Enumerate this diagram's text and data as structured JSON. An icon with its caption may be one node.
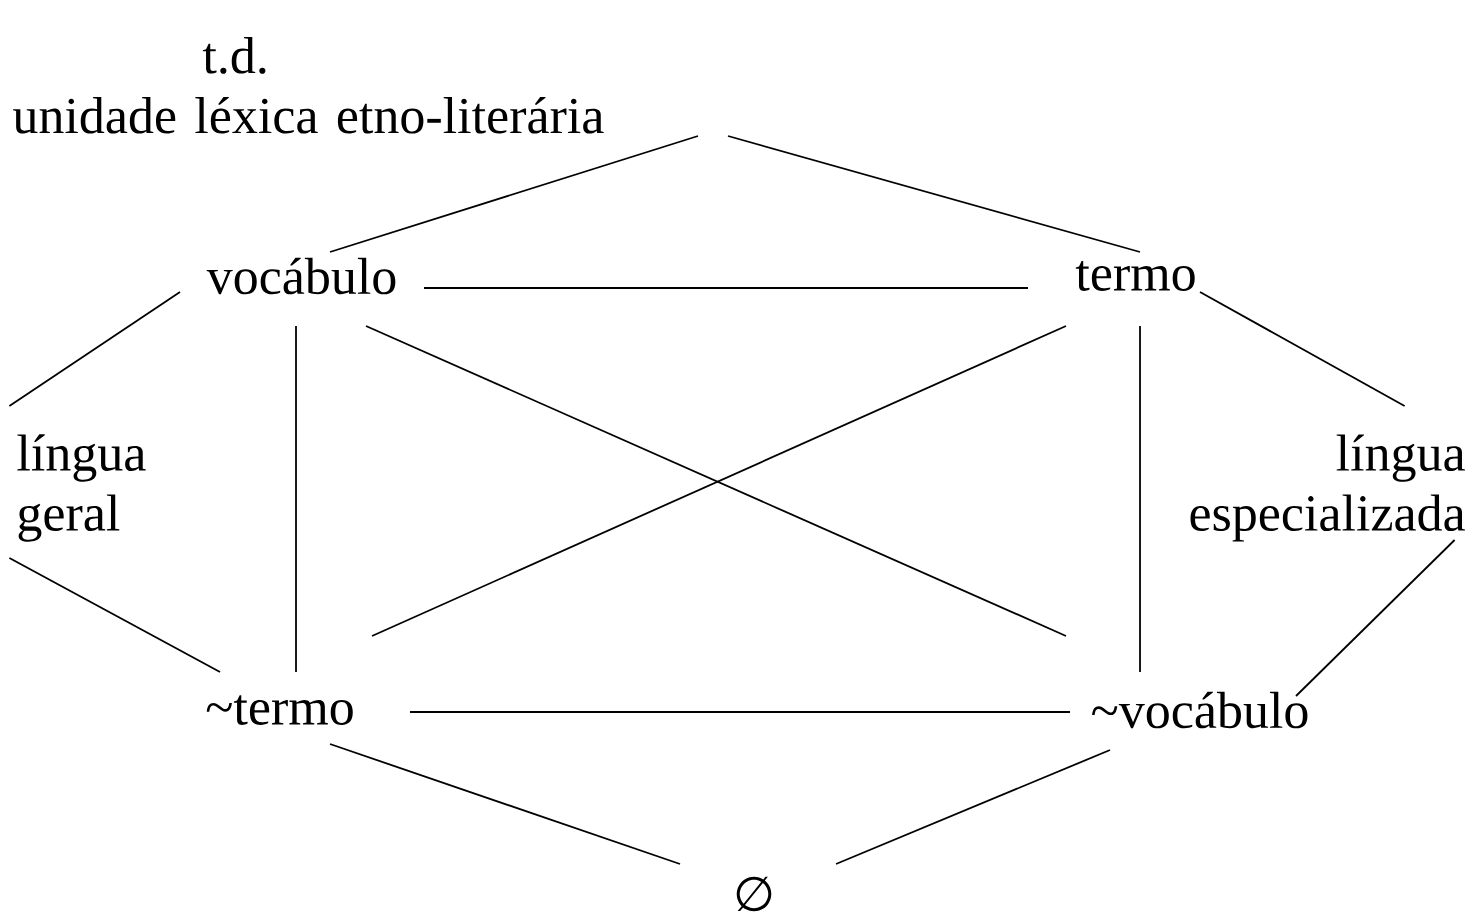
{
  "diagram": {
    "nodes": [
      {
        "text": [
          "t.d.",
          "unidade léxica etno-literária"
        ]
      },
      {
        "text": [
          "vocábulo"
        ]
      },
      {
        "text": [
          "termo"
        ]
      },
      {
        "text": [
          "língua geral"
        ]
      },
      {
        "text": [
          "língua especializada"
        ]
      },
      {
        "text": [
          "~termo"
        ]
      },
      {
        "text": [
          "~vocábulo"
        ]
      },
      {
        "text": [
          "∅"
        ]
      }
    ],
    "edges": [
      {
        "from": 0,
        "to": 1,
        "arrow": "none"
      },
      {
        "from": 0,
        "to": 2,
        "arrow": "none"
      },
      {
        "from": 1,
        "to": 2,
        "arrow": "none"
      },
      {
        "from": 1,
        "to": 3,
        "arrow": "none"
      },
      {
        "from": 2,
        "to": 4,
        "arrow": "none"
      },
      {
        "from": 1,
        "to": 5,
        "arrow": "none"
      },
      {
        "from": 1,
        "to": 6,
        "arrow": "none"
      },
      {
        "from": 2,
        "to": 5,
        "arrow": "none"
      },
      {
        "from": 2,
        "to": 6,
        "arrow": "none"
      },
      {
        "from": 3,
        "to": 5,
        "arrow": "none"
      },
      {
        "from": 4,
        "to": 6,
        "arrow": "none"
      },
      {
        "from": 5,
        "to": 6,
        "arrow": "none"
      },
      {
        "from": 5,
        "to": 7,
        "arrow": "none"
      },
      {
        "from": 6,
        "to": 7,
        "arrow": "none"
      }
    ]
  }
}
